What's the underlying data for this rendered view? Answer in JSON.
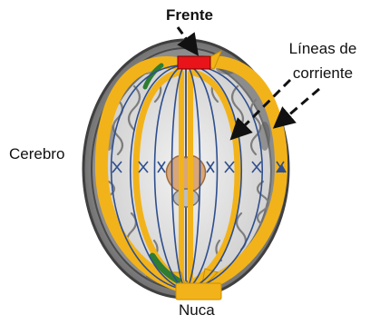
{
  "labels": {
    "front": "Frente",
    "streamlines_line1": "Líneas de",
    "streamlines_line2": "corriente",
    "brain": "Cerebro",
    "back": "Nuca"
  },
  "colors": {
    "current_arrow": "#f2b31a",
    "current_arrow_dark": "#c98e00",
    "streamline": "#2e4e8e",
    "anode": "#e8141a",
    "green_segment": "#2e7d32",
    "ventricle": "#d9a679"
  },
  "icons": [
    "electrode-front-icon",
    "electrode-back-icon",
    "pointer-arrow-icon"
  ]
}
